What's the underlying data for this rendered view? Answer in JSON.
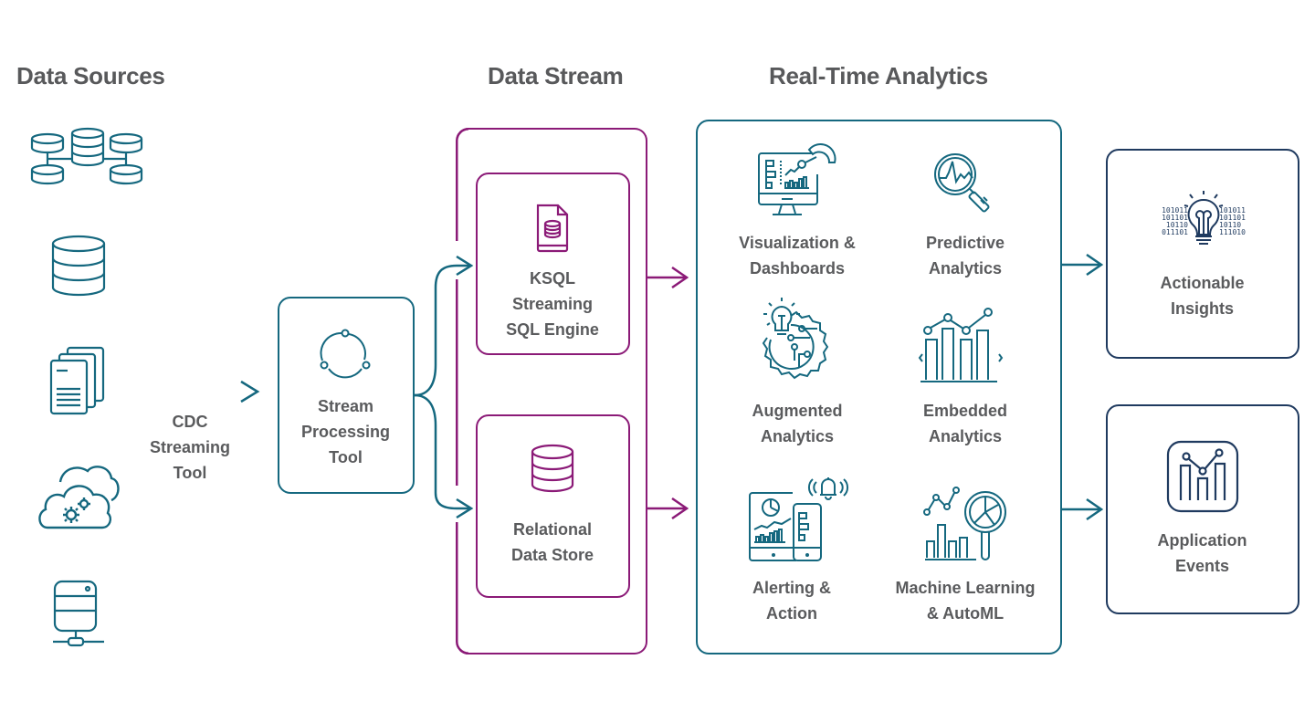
{
  "colors": {
    "teal": "#15687f",
    "plum": "#8b1a77",
    "navy": "#1f3a5f",
    "text": "#58595b"
  },
  "sections": {
    "data_sources": "Data Sources",
    "data_stream": "Data Stream",
    "real_time_analytics": "Real-Time Analytics"
  },
  "data_sources": {
    "icons": [
      "distributed-database-icon",
      "database-icon",
      "documents-icon",
      "cloud-settings-icon",
      "server-network-icon"
    ],
    "connector_label": [
      "CDC",
      "Streaming",
      "Tool"
    ]
  },
  "stream_processing": {
    "lines": [
      "Stream",
      "Processing",
      "Tool"
    ],
    "icon": "cycle-icon"
  },
  "data_stream": {
    "nodes": [
      {
        "lines": [
          "KSQL",
          "Streaming",
          "SQL Engine"
        ],
        "icon": "sql-file-icon"
      },
      {
        "lines": [
          "Relational",
          "Data Store"
        ],
        "icon": "database-icon"
      }
    ]
  },
  "analytics": {
    "items": [
      {
        "lines": [
          "Visualization &",
          "Dashboards"
        ],
        "icon": "dashboard-monitor-icon"
      },
      {
        "lines": [
          "Predictive",
          "Analytics"
        ],
        "icon": "magnifier-pulse-icon"
      },
      {
        "lines": [
          "Augmented",
          "Analytics"
        ],
        "icon": "bulb-gear-icon"
      },
      {
        "lines": [
          "Embedded",
          "Analytics"
        ],
        "icon": "bar-chart-icon"
      },
      {
        "lines": [
          "Alerting &",
          "Action"
        ],
        "icon": "devices-bell-icon"
      },
      {
        "lines": [
          "Machine Learning",
          "& AutoML"
        ],
        "icon": "chart-magnifier-icon"
      }
    ]
  },
  "outputs": [
    {
      "lines": [
        "Actionable",
        "Insights"
      ],
      "icon": "binary-bulb-icon",
      "binary_left": [
        "101011",
        "101101",
        "10110",
        "011101"
      ],
      "binary_right": [
        "101011",
        "101101",
        "10110",
        "111010"
      ]
    },
    {
      "lines": [
        "Application",
        "Events"
      ],
      "icon": "app-chart-icon"
    }
  ]
}
